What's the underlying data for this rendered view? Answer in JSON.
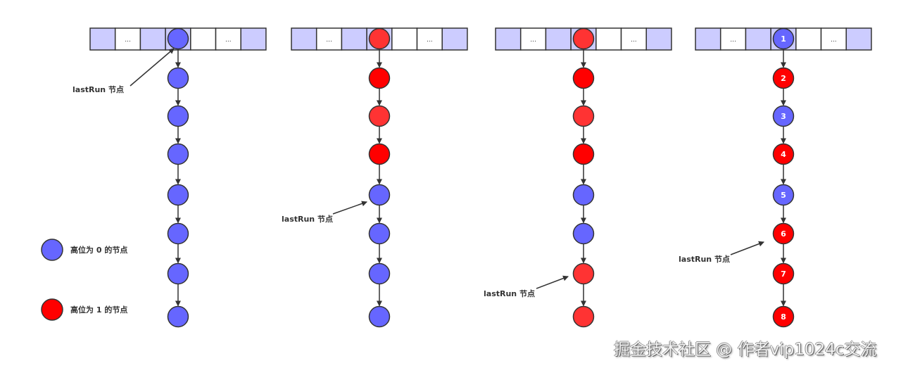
{
  "colors": {
    "blue": "#6666ff",
    "red": "#ff0000",
    "light_red": "#ff3333",
    "bucket_fill": "#ccccff",
    "bucket_empty": "#ffffff",
    "stroke": "#333333"
  },
  "bucket_cells": [
    "",
    "...",
    "",
    "",
    "",
    "...",
    ""
  ],
  "bucket_cell_fills": [
    "bucket_fill",
    "bucket_empty",
    "bucket_fill",
    "bucket_fill",
    "bucket_empty",
    "bucket_empty",
    "bucket_fill"
  ],
  "last_run_label": "lastRun 节点",
  "columns": [
    {
      "nodes": [
        "blue",
        "blue",
        "blue",
        "blue",
        "blue",
        "blue",
        "blue",
        "blue"
      ],
      "labels": [],
      "last_run_index": 0
    },
    {
      "nodes": [
        "light_red",
        "red",
        "light_red",
        "red",
        "blue",
        "blue",
        "blue",
        "blue"
      ],
      "labels": [],
      "last_run_index": 4
    },
    {
      "nodes": [
        "light_red",
        "red",
        "light_red",
        "red",
        "blue",
        "blue",
        "light_red",
        "light_red"
      ],
      "labels": [],
      "last_run_index": 6
    },
    {
      "nodes": [
        "blue",
        "red",
        "blue",
        "red",
        "blue",
        "red",
        "red",
        "red"
      ],
      "labels": [
        "1",
        "2",
        "3",
        "4",
        "5",
        "6",
        "7",
        "8"
      ],
      "last_run_index": 5
    }
  ],
  "legend": [
    {
      "color": "blue",
      "label": "高位为 0 的节点"
    },
    {
      "color": "red",
      "label": "高位为 1 的节点"
    }
  ],
  "watermark": "掘金技术社区 @ 作者vip1024c交流"
}
